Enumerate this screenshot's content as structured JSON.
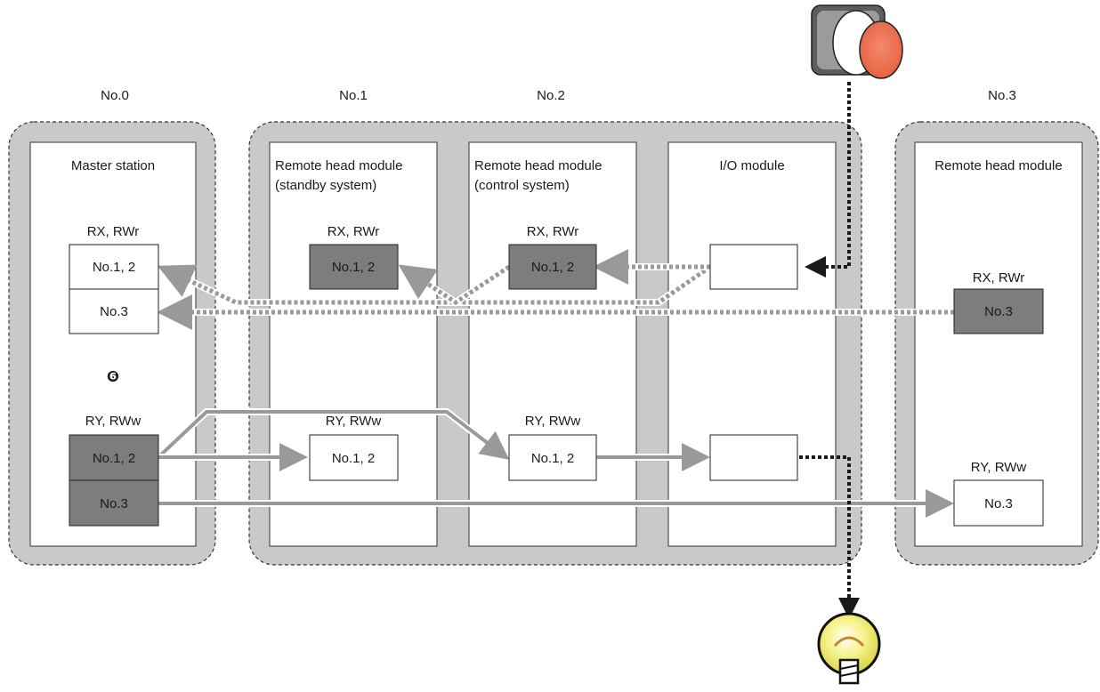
{
  "stations": {
    "no0": {
      "number": "No.0",
      "title": "Master station"
    },
    "no1": {
      "number": "No.1",
      "title_line1": "Remote head module",
      "title_line2": "(standby system)"
    },
    "no2": {
      "number": "No.2",
      "title_line1": "Remote head module",
      "title_line2": "(control system)"
    },
    "io": {
      "title": "I/O module"
    },
    "no3": {
      "number": "No.3",
      "title": "Remote head module"
    }
  },
  "labels": {
    "rx_rwr": "RX, RWr",
    "ry_rww": "RY, RWw",
    "cell_no12": "No.1, 2",
    "cell_no3": "No.3",
    "marker": "❻"
  },
  "colors": {
    "station_fill": "#c9c9c9",
    "dark_cell": "#7d7d7d",
    "flow_gray": "#999999",
    "lamp_yellow": "#f4f07a",
    "button_red": "#f07050"
  },
  "icons": [
    "push-button-icon",
    "lamp-icon"
  ]
}
